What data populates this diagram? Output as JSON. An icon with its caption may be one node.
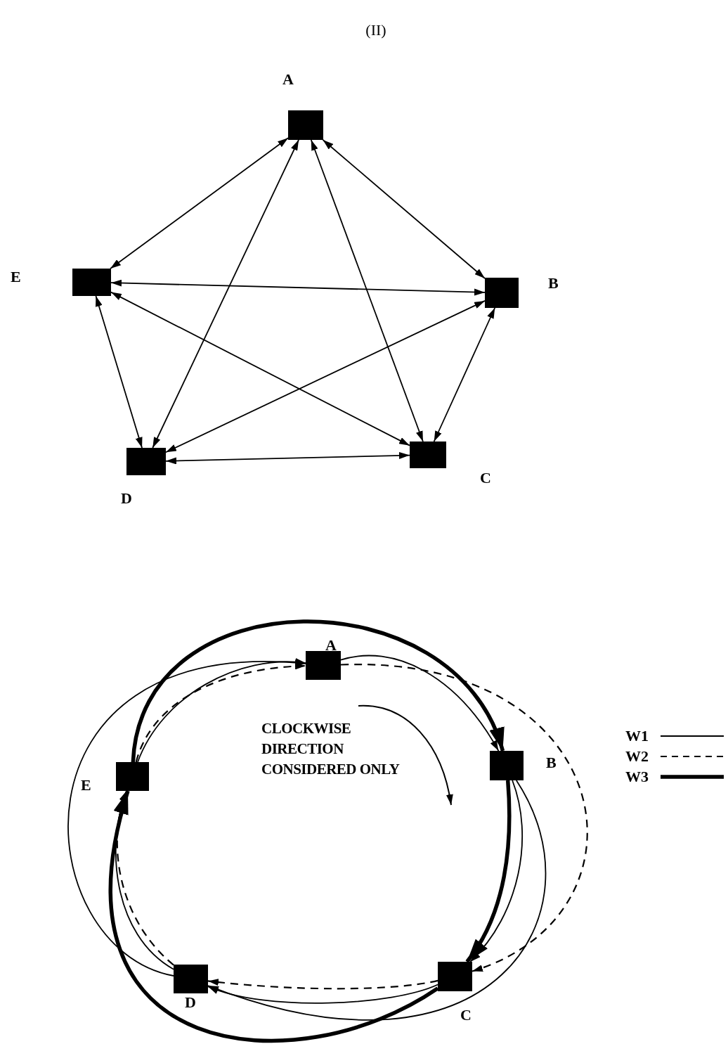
{
  "diagram": {
    "title": "(II)",
    "nodes": [
      {
        "text": [
          "A"
        ]
      },
      {
        "text": [
          "B"
        ]
      },
      {
        "text": [
          "C"
        ]
      },
      {
        "text": [
          "D"
        ]
      },
      {
        "text": [
          "E"
        ]
      },
      {
        "text": [
          "A"
        ]
      },
      {
        "text": [
          "B"
        ]
      },
      {
        "text": [
          "C"
        ]
      },
      {
        "text": [
          "D"
        ]
      },
      {
        "text": [
          "E"
        ]
      }
    ],
    "edges": [
      {
        "from": 0,
        "to": 4,
        "arrow": "both"
      },
      {
        "from": 0,
        "to": 1,
        "arrow": "both"
      },
      {
        "from": 0,
        "to": 3,
        "arrow": "both"
      },
      {
        "from": 0,
        "to": 2,
        "arrow": "both"
      },
      {
        "from": 4,
        "to": 1,
        "arrow": "both"
      },
      {
        "from": 4,
        "to": 3,
        "arrow": "both"
      },
      {
        "from": 4,
        "to": 2,
        "arrow": "both"
      },
      {
        "from": 1,
        "to": 3,
        "arrow": "both"
      },
      {
        "from": 1,
        "to": 2,
        "arrow": "both"
      },
      {
        "from": 3,
        "to": 2,
        "arrow": "both"
      },
      {
        "from": 5,
        "to": 6,
        "arrow": "to"
      },
      {
        "from": 6,
        "to": 7,
        "arrow": "to"
      },
      {
        "from": 6,
        "to": 8,
        "arrow": "to"
      },
      {
        "from": 7,
        "to": 8,
        "arrow": "to"
      },
      {
        "from": 8,
        "to": 9,
        "arrow": "to"
      },
      {
        "from": 8,
        "to": 5,
        "arrow": "to"
      },
      {
        "from": 9,
        "to": 5,
        "arrow": "to"
      },
      {
        "from": 5,
        "to": 7,
        "arrow": "to",
        "style": "dashed"
      },
      {
        "from": 7,
        "to": 8,
        "arrow": "to",
        "style": "dashed"
      },
      {
        "from": 8,
        "to": 9,
        "arrow": "to",
        "style": "dashed"
      },
      {
        "from": 9,
        "to": 5,
        "arrow": "to",
        "style": "dashed"
      },
      {
        "from": 9,
        "to": 6,
        "arrow": "to",
        "style": "thick"
      },
      {
        "from": 6,
        "to": 7,
        "arrow": "to",
        "style": "thick"
      },
      {
        "from": 7,
        "to": 9,
        "arrow": "to",
        "style": "thick"
      }
    ],
    "labels": [
      "CLOCKWISE DIRECTION CONSIDERED ONLY"
    ],
    "legend": [
      {
        "text": "W1"
      },
      {
        "text": "W2"
      },
      {
        "text": "W3"
      }
    ]
  }
}
